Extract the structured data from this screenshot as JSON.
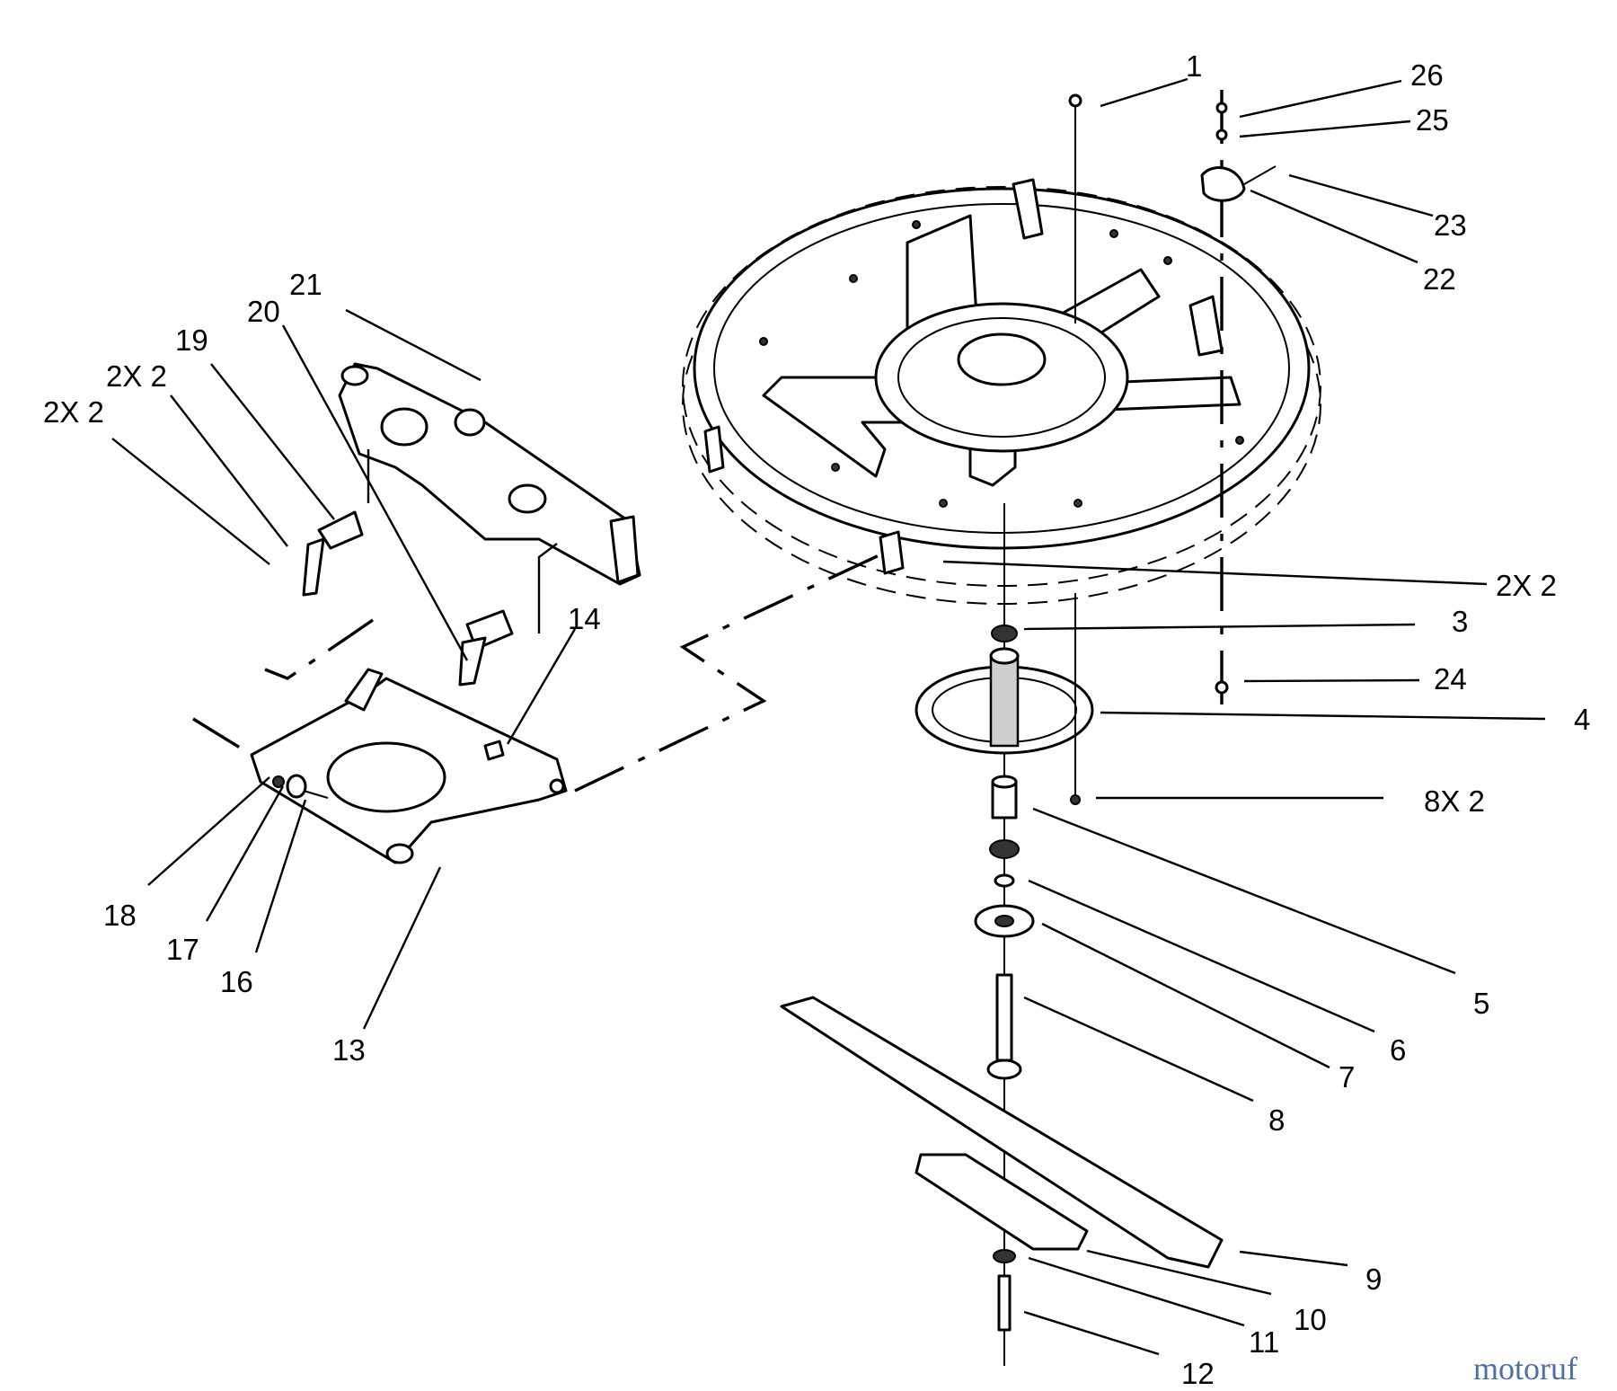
{
  "labels": {
    "p1": "1",
    "p2x2_deck": "2X 2",
    "p3": "3",
    "p4": "4",
    "p5": "5",
    "p6": "6",
    "p7": "7",
    "p8": "8",
    "p9": "9",
    "p10": "10",
    "p11": "11",
    "p12": "12",
    "p13": "13",
    "p14": "14",
    "p16": "16",
    "p17": "17",
    "p18": "18",
    "p19": "19",
    "p20": "20",
    "p21": "21",
    "p22": "22",
    "p23": "23",
    "p24": "24",
    "p25": "25",
    "p26": "26",
    "p8x2": "8X 2",
    "p2x2_left_a": "2X 2",
    "p2x2_left_b": "2X 2"
  },
  "watermark": "motoruf"
}
